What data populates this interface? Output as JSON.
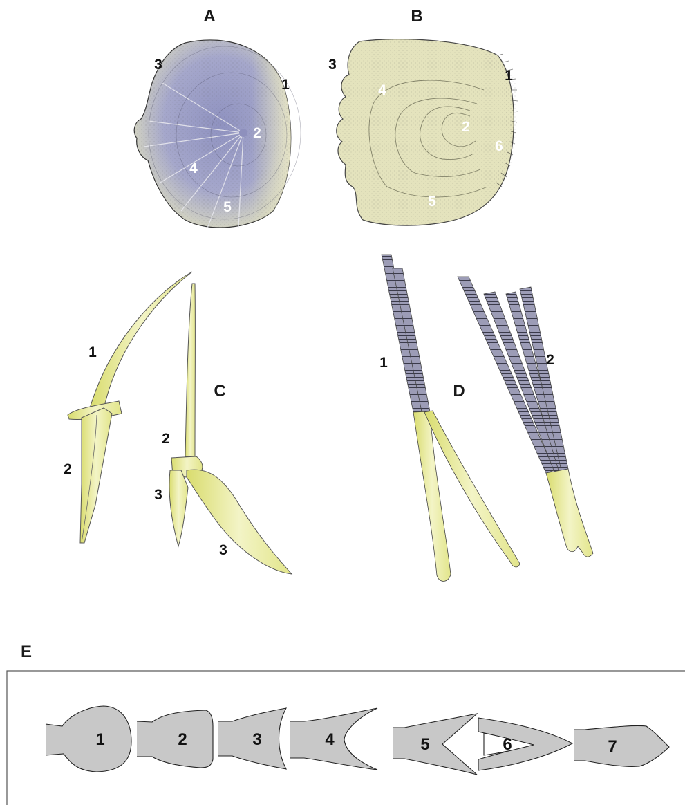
{
  "colors": {
    "scale_lilac": "#9a9cc4",
    "scale_cream": "#e2e1b8",
    "bone_yellow": "#eef0a8",
    "bone_shade": "#d8dc6a",
    "ray_segment": "#8e8ea8",
    "fin_fill": "#c8c8c8",
    "outline": "#222222"
  },
  "panels": {
    "A": {
      "letter": "A",
      "labels": [
        "1",
        "2",
        "3",
        "4",
        "5"
      ]
    },
    "B": {
      "letter": "B",
      "labels": [
        "1",
        "2",
        "3",
        "4",
        "5",
        "6"
      ]
    },
    "C": {
      "letter": "C",
      "left_labels": [
        "1",
        "2"
      ],
      "right_labels": [
        "2",
        "3",
        "3"
      ]
    },
    "D": {
      "letter": "D",
      "labels": [
        "1",
        "2"
      ]
    },
    "E": {
      "letter": "E",
      "fin_shapes": [
        "1",
        "2",
        "3",
        "4",
        "5",
        "6",
        "7"
      ]
    }
  }
}
